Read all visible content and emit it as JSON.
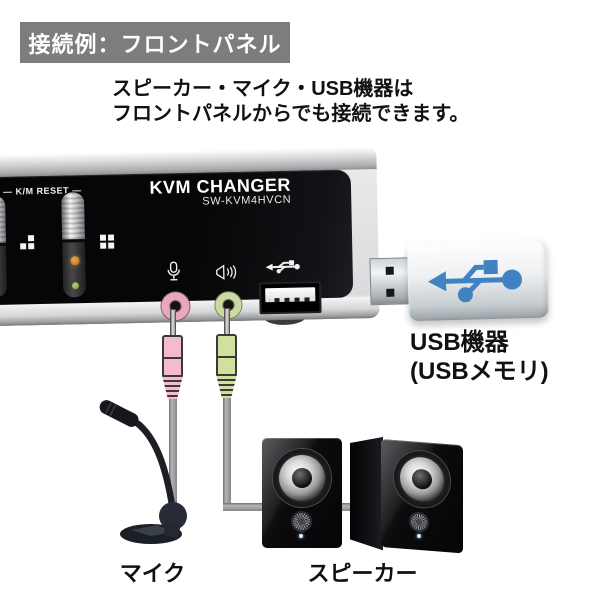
{
  "header": {
    "title": "接続例：フロントパネル"
  },
  "description": {
    "line1": "スピーカー・マイク・USB機器は",
    "line2": "フロントパネルからでも接続できます。"
  },
  "device": {
    "brand": "KVM CHANGER",
    "model": "SW-KVM4HVCN",
    "reset_label": "— K/M RESET —",
    "icons": {
      "mic_jack": "microphone-icon",
      "line_jack": "speaker-volume-icon",
      "usb_port": "usb-trident-icon",
      "port_select_left": "three-squares-icon",
      "port_select_right": "four-squares-icon"
    }
  },
  "peripherals": {
    "usb_device": {
      "label_line1": "USB機器",
      "label_line2": "(USBメモリ)",
      "icon": "usb-trident-icon"
    },
    "microphone": {
      "label": "マイク"
    },
    "speakers": {
      "label": "スピーカー"
    }
  },
  "colors": {
    "header_bg": "#7d7d7d",
    "header_text": "#ffffff",
    "body_text": "#111111",
    "panel_black": "#060608",
    "chassis_silver": "#d9dbdd",
    "mic_jack_pink": "#e6a8ba",
    "line_jack_green": "#c9daa2",
    "plug_pink": "#f5bace",
    "plug_green": "#cfe09f",
    "cable_gray": "#9e9e9e",
    "usb_logo_blue": "#4182c3",
    "led_orange": "#c78830",
    "led_green": "#8fae55"
  }
}
